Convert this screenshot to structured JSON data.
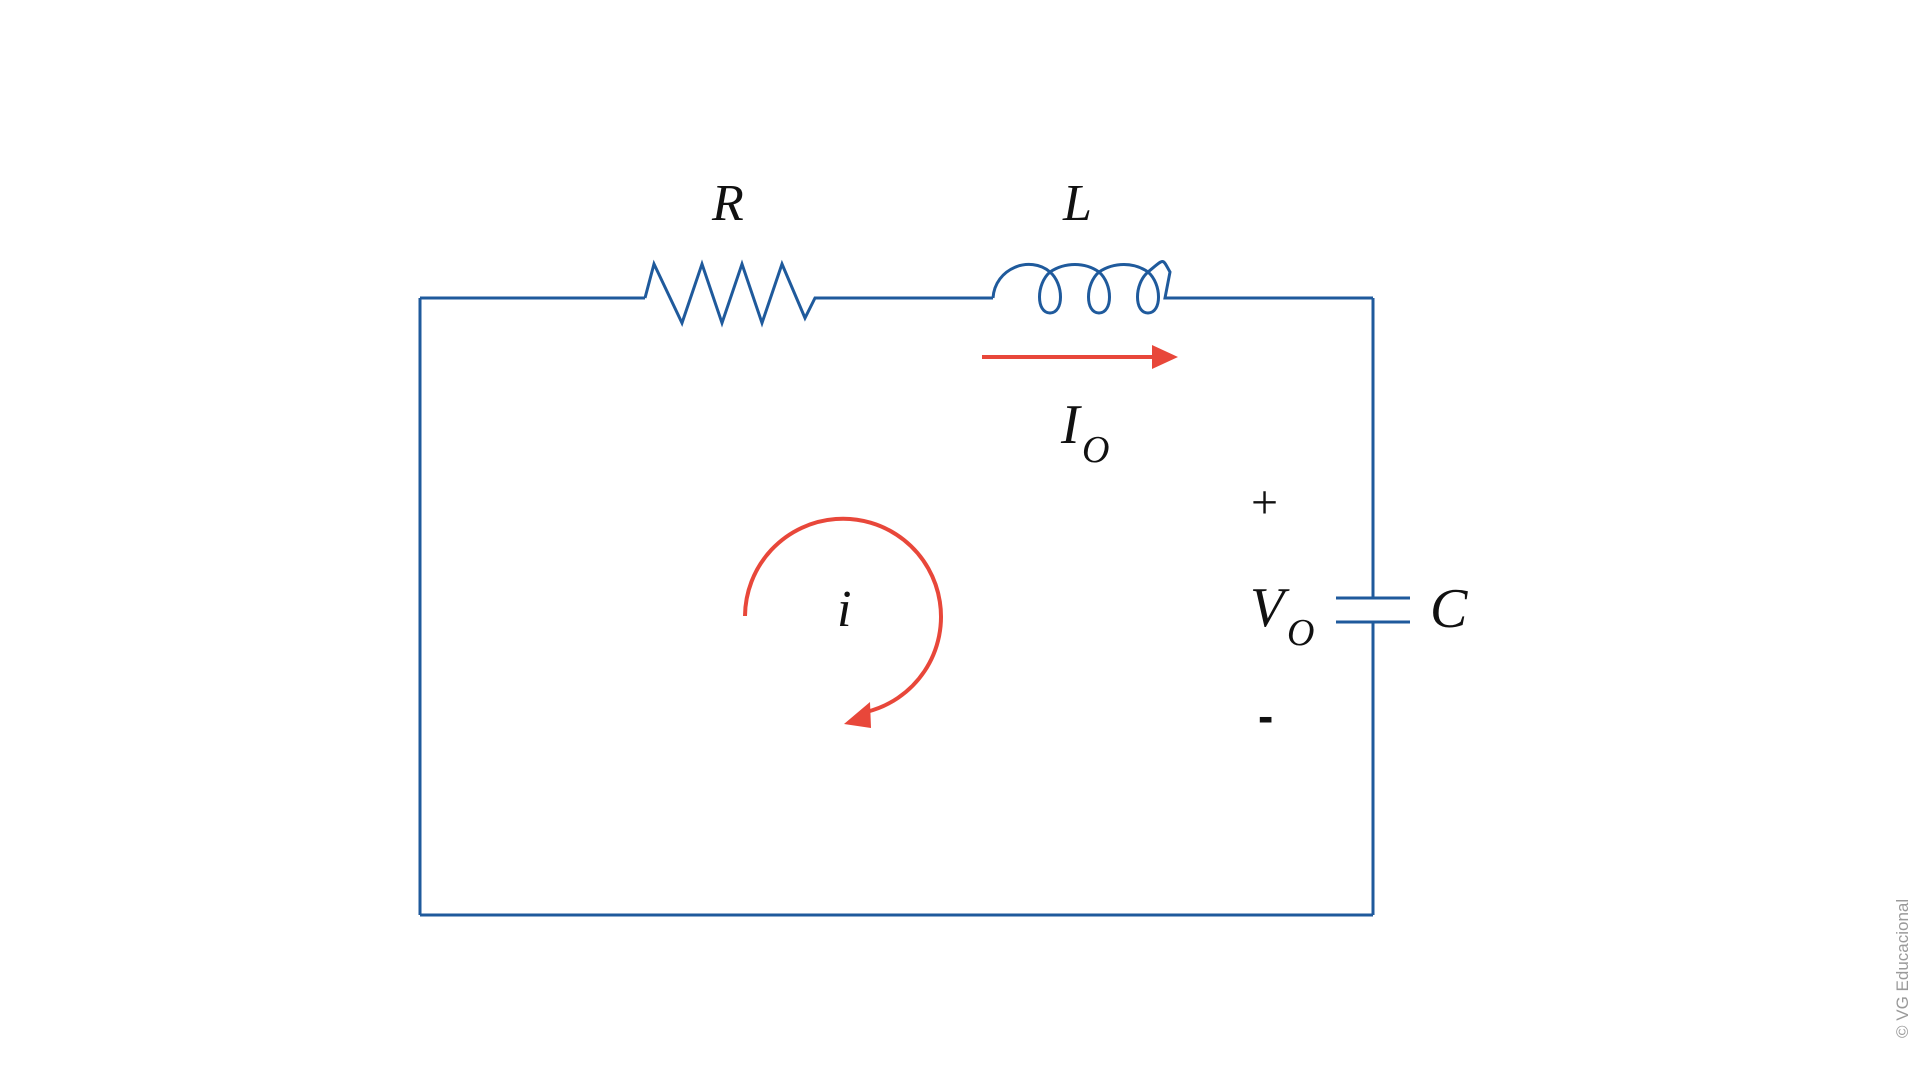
{
  "labels": {
    "resistor": "R",
    "inductor": "L",
    "capacitor": "C",
    "loop_current": "i",
    "inductor_current_main": "I",
    "inductor_current_sub": "O",
    "capacitor_voltage_main": "V",
    "capacitor_voltage_sub": "O",
    "plus_sign": "+",
    "minus_sign": "-"
  },
  "credit": "© VG Educacional",
  "colors": {
    "wire": "#1f5a9c",
    "current_arrow": "#e8473a",
    "text": "#111111"
  }
}
